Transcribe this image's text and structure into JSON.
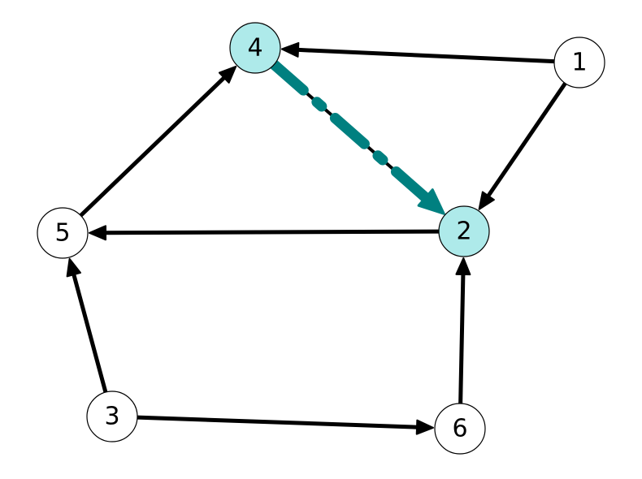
{
  "colors": {
    "background": "#ffffff",
    "node_fill": "#ffffff",
    "highlight_fill": "#aeeaea",
    "edge": "#000000",
    "highlight_edge": "#008080",
    "stroke": "#000000"
  },
  "graph": {
    "nodes": [
      {
        "id": "1",
        "label": "1",
        "highlighted": false
      },
      {
        "id": "2",
        "label": "2",
        "highlighted": true
      },
      {
        "id": "3",
        "label": "3",
        "highlighted": false
      },
      {
        "id": "4",
        "label": "4",
        "highlighted": true
      },
      {
        "id": "5",
        "label": "5",
        "highlighted": false
      },
      {
        "id": "6",
        "label": "6",
        "highlighted": false
      }
    ],
    "edges": [
      {
        "source": "1",
        "target": "4",
        "highlighted": false
      },
      {
        "source": "1",
        "target": "2",
        "highlighted": false
      },
      {
        "source": "4",
        "target": "2",
        "highlighted": true,
        "style": "dashed"
      },
      {
        "source": "2",
        "target": "5",
        "highlighted": false
      },
      {
        "source": "5",
        "target": "4",
        "highlighted": false
      },
      {
        "source": "3",
        "target": "5",
        "highlighted": false
      },
      {
        "source": "3",
        "target": "6",
        "highlighted": false
      },
      {
        "source": "6",
        "target": "2",
        "highlighted": false
      }
    ]
  }
}
